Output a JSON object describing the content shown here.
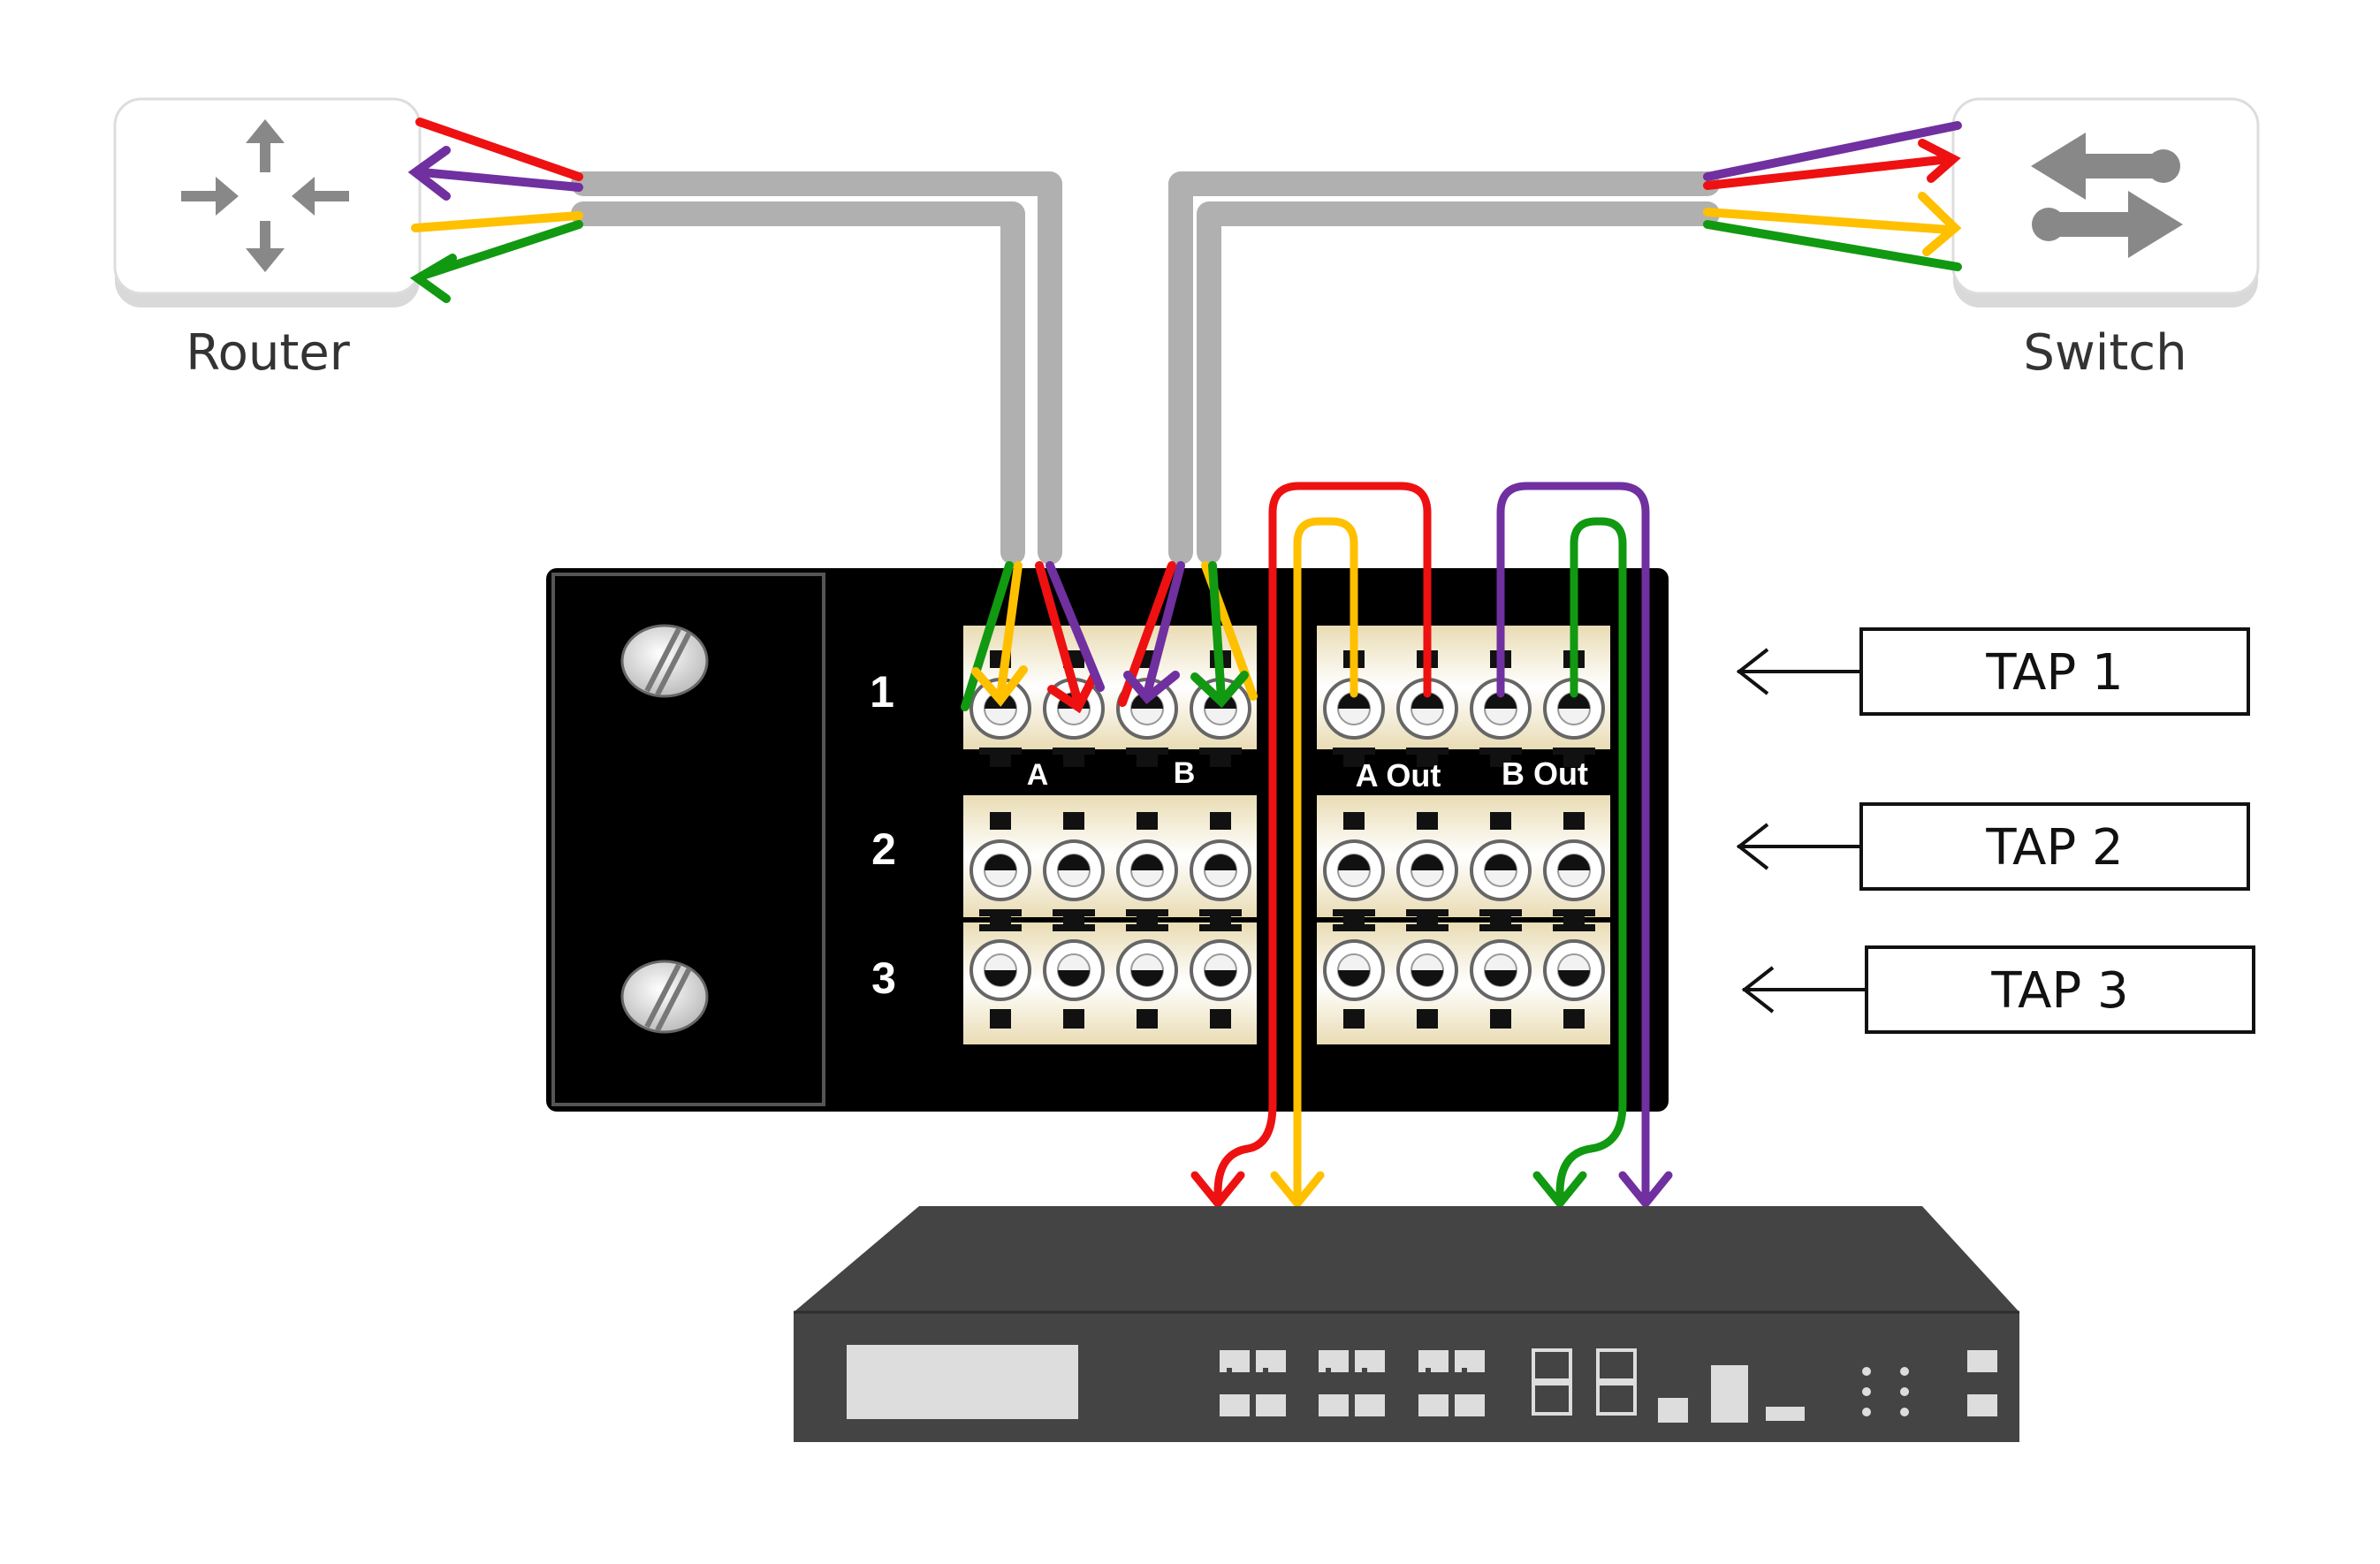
{
  "devices": {
    "router": {
      "label": "Router",
      "icon": "router-icon"
    },
    "switch": {
      "label": "Switch",
      "icon": "switch-icon"
    },
    "tool": {
      "icon": "network-appliance-icon"
    }
  },
  "panel": {
    "rows": [
      {
        "number": "1",
        "tap": "TAP 1"
      },
      {
        "number": "2",
        "tap": "TAP 2"
      },
      {
        "number": "3",
        "tap": "TAP 3"
      }
    ],
    "network_ports": {
      "a": "A",
      "b": "B"
    },
    "monitor_ports": {
      "a": "A Out",
      "b": "B Out"
    }
  },
  "colors": {
    "red": "#ee1111",
    "purple": "#7030a0",
    "yellow": "#ffc000",
    "green": "#119911",
    "cable": "#b0b0b0",
    "panel": "#000000",
    "tool": "#444444",
    "module": "#f5ecd0"
  }
}
